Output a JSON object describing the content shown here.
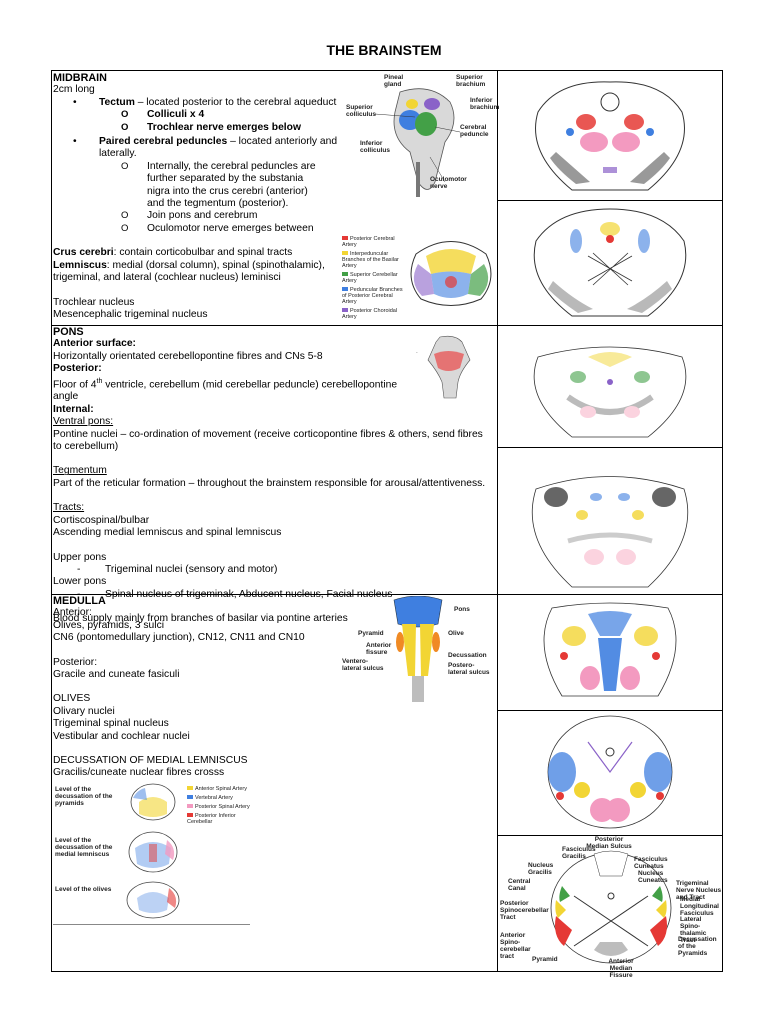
{
  "title": "THE BRAINSTEM",
  "midbrain": {
    "heading": "MIDBRAIN",
    "length": "2cm long",
    "tectum_term": "Tectum",
    "tectum_desc": " – located posterior to the cerebral aqueduct",
    "tectum_sub1": "Colliculi x 4",
    "tectum_sub2": "Trochlear nerve emerges below",
    "peduncle_term": "Paired cerebral peduncles",
    "peduncle_desc": " – located anteriorly and laterally.",
    "peduncle_sub1": "Internally, the cerebral peduncles are further separated by the substania nigra into the crus cerebri (anterior) and the tegmentum (posterior).",
    "peduncle_sub2": "Join pons and cerebrum",
    "peduncle_sub3": "Oculomotor nerve emerges between",
    "crus_term": "Crus cerebri",
    "crus_desc": ": contain corticobulbar and spinal tracts",
    "lemniscus_term": "Lemniscus",
    "lemniscus_desc": ": medial (dorsal column), spinal (spinothalamic), trigeminal, and lateral (cochlear nucleus) leminisci",
    "nucleus1": "Trochlear nucleus",
    "nucleus2": "Mesencephalic trigeminal nucleus",
    "bullet": "•",
    "circle": "O"
  },
  "pons": {
    "heading": "PONS",
    "anterior_heading": "Anterior surface:",
    "anterior_text": "Horizontally orientated cerebellopontine fibres and CNs 5-8",
    "posterior_heading": "Posterior:",
    "posterior_text_a": "Floor of 4",
    "posterior_sup": "th",
    "posterior_text_b": " ventricle, cerebellum (mid cerebellar peduncle) cerebellopontine angle",
    "internal_heading": "Internal:",
    "ventral_heading": "Ventral pons:",
    "ventral_text": "Pontine nuclei – co-ordination of movement (receive corticopontine fibres & others, send fibres to cerebellum)",
    "tegmentum_heading": "Tegmentum",
    "tegmentum_text": "Part of the reticular formation – throughout the brainstem responsible for arousal/attentiveness.",
    "tracts_heading": "Tracts:",
    "tract1": "Cortiscospinal/bulbar",
    "tract2": "Ascending medial lemniscus and spinal lemniscus",
    "upper_heading": "Upper pons",
    "upper_item": "Trigeminal nuclei (sensory and motor)",
    "lower_heading": "Lower pons",
    "lower_item": "Spinal nucleus of trigeminak, Abducent nucleus, Facial nucleus",
    "blood": "Blood supply mainly from branches of basilar via pontine arteries",
    "dash": "-"
  },
  "medulla": {
    "heading": "MEDULLA",
    "anterior_heading": "Anterior:",
    "anterior_line1": "Olives, pyramids, 3 sulci",
    "anterior_line2": "CN6 (pontomedullary junction), CN12, CN11 and CN10",
    "posterior_heading": "Posterior:",
    "posterior_line": "Gracile and cuneate fasiculi",
    "olives_heading": "OLIVES",
    "olives_line1": "Olivary nuclei",
    "olives_line2": "Trigeminal spinal nucleus",
    "olives_line3": "Vestibular and cochlear nuclei",
    "decussation_heading": "DECUSSATION OF MEDIAL LEMNISCUS",
    "decussation_line": "Gracilis/cuneate nuclear fibres crosss"
  },
  "figures": {
    "midbrain_lateral": {
      "pineal": "Pineal gland",
      "superior_brachium": "Superior brachium",
      "superior_colliculus": "Superior colliculus",
      "inferior_brachium": "Inferior brachium",
      "cerebral_peduncle": "Cerebral peduncle",
      "inferior_colliculus": "Inferior colliculus",
      "oculomotor": "Oculomotor nerve"
    },
    "arteries_legend": [
      "Posterior Cerebral Artery",
      "Interpeduncular Branches of the Basilar Artery",
      "Superior Cerebellar Artery",
      "Peduncular Branches of Posterior Cerebral Artery",
      "Posterior Choroidal Artery"
    ],
    "medulla_surface": {
      "pons": "Pons",
      "pyramid": "Pyramid",
      "olive": "Olive",
      "anterior_fissure": "Anterior fissure",
      "decussation": "Decussation",
      "ventero_lateral": "Ventero-lateral sulcus",
      "postero_lateral": "Postero-lateral sulcus"
    },
    "medulla_levels": {
      "level1": "Level of the decussation of the pyramids",
      "level2": "Level of the decussation of the medial lemniscus",
      "level3": "Level of the olives",
      "legend": [
        "Anterior Spinal Artery",
        "Vertebral Artery",
        "Posterior Spinal Artery",
        "Posterior Inferior Cerebellar"
      ]
    },
    "medulla_section3": {
      "posterior_median": "Posterior Median Sulcus",
      "fasciculus_gracilis": "Fasciculus Gracilis",
      "fasciculus_cuneatus": "Fasciculus Cuneatus",
      "nucleus_gracilis": "Nucleus Gracilis",
      "nucleus_cuneatus": "Nucleus Cuneatus",
      "central_canal": "Central Canal",
      "trigeminal": "Trigeminal Nerve Nucleus and Tract",
      "posterior_spino": "Posterior Spinocerebellar Tract",
      "mlf": "Medial Longitudinal Fasciculus",
      "lateral_spino": "Lateral Spino-thalamic Tract",
      "anterior_spino": "Anterior Spino-cerebellar tract",
      "decussation": "Decussation of the Pyramids",
      "pyramid": "Pyramid",
      "anterior_median": "Anterior Median Fissure"
    }
  },
  "colors": {
    "red": "#e53935",
    "blue": "#3f7fe0",
    "green": "#43a047",
    "yellow": "#f2d534",
    "pink": "#f39ac0",
    "purple": "#8a62c8",
    "grey": "#8a8a8a",
    "orange": "#f08a24"
  }
}
